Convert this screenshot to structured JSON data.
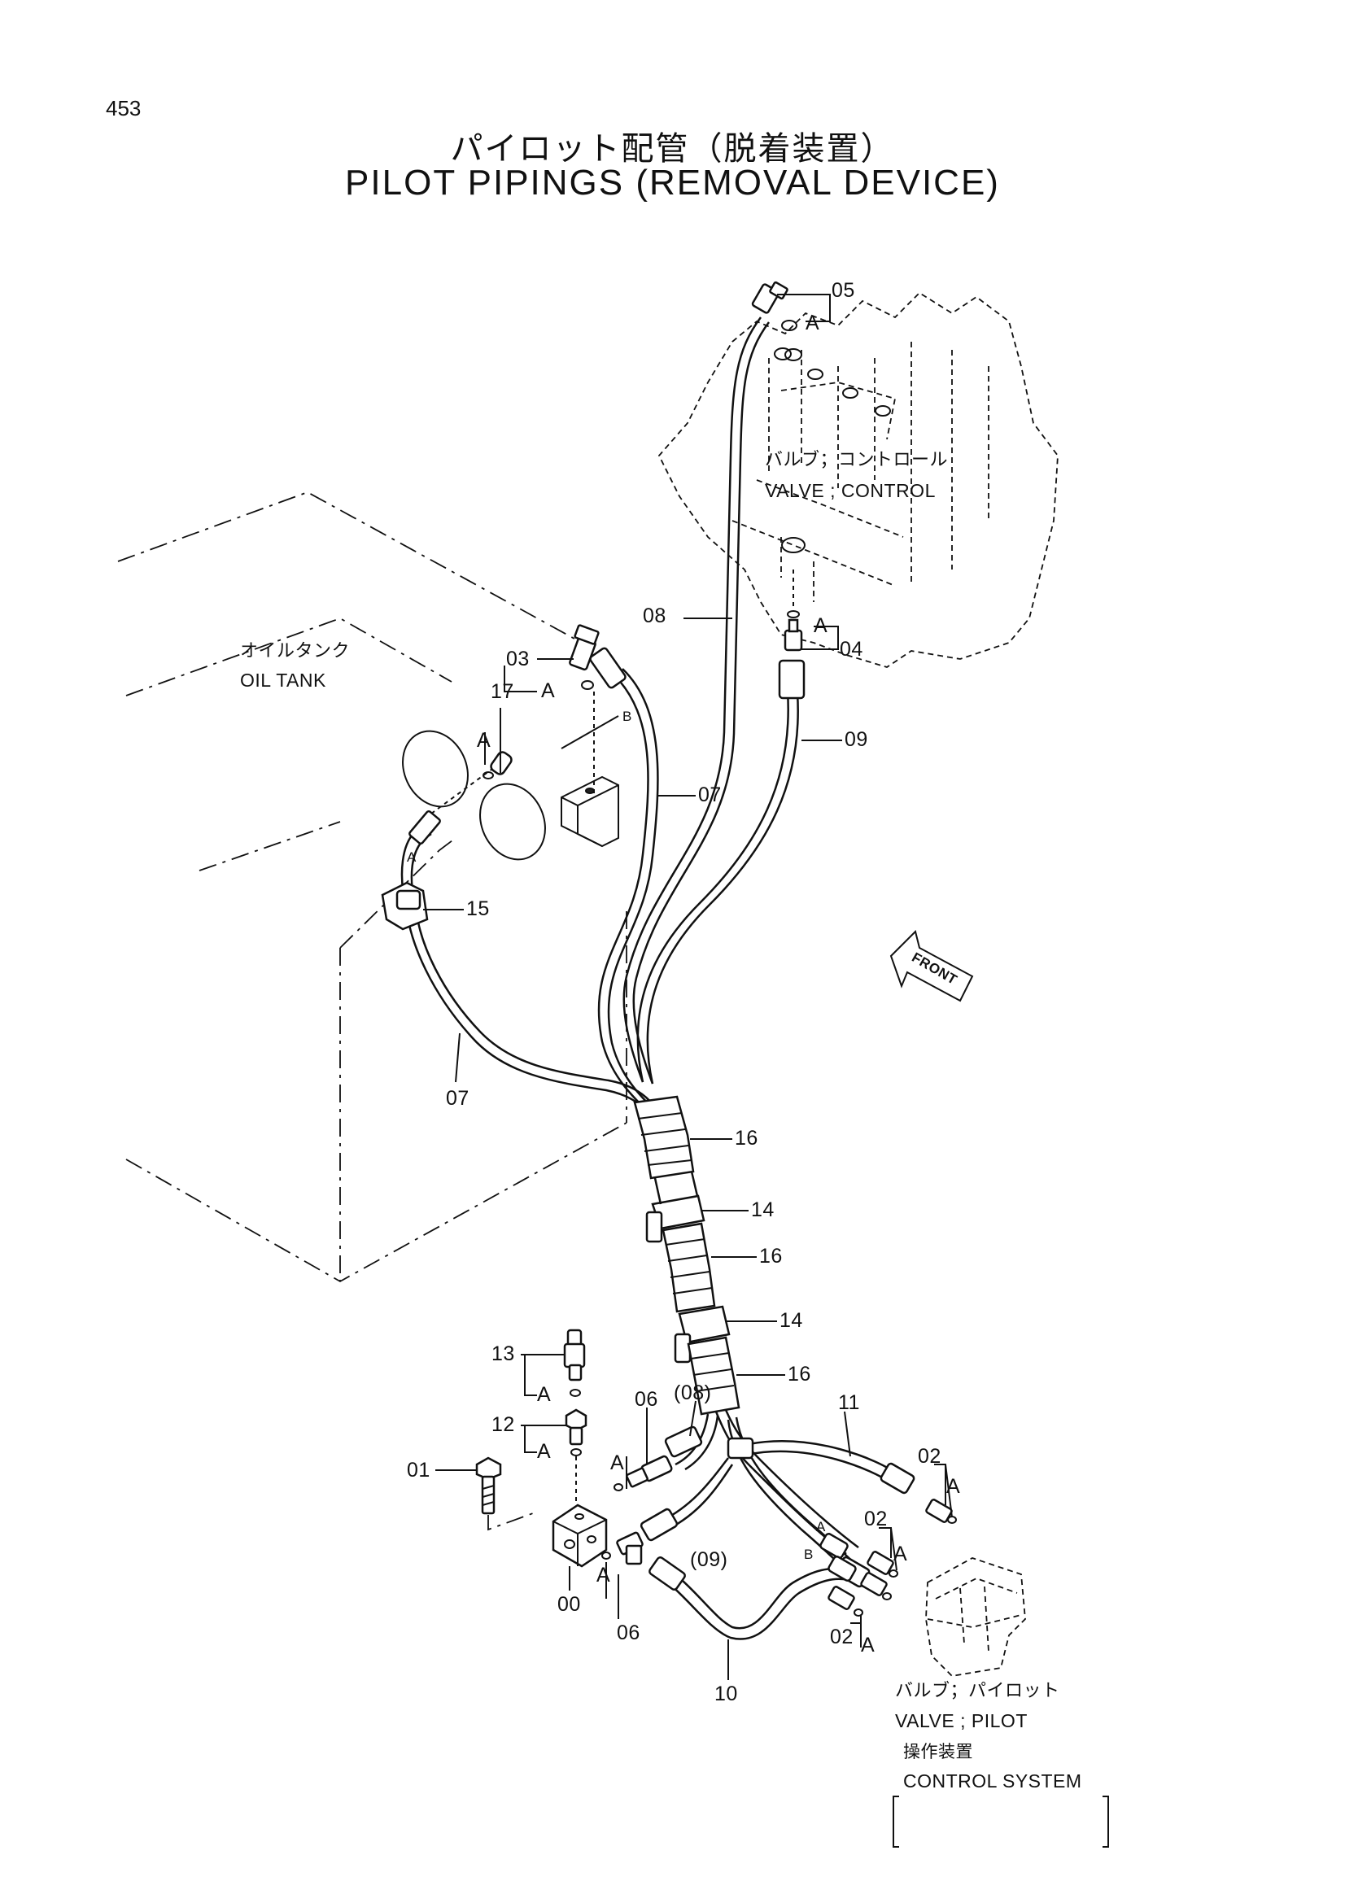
{
  "page_number": "453",
  "title_jp": "パイロット配管（脱着装置）",
  "title_en": "PILOT PIPINGS (REMOVAL DEVICE)",
  "components": {
    "control_valve_jp": "バルブ；コントロール",
    "control_valve_en": "VALVE ; CONTROL",
    "oil_tank_jp": "オイルタンク",
    "oil_tank_en": "OIL TANK",
    "pilot_valve_jp": "バルブ；パイロット",
    "pilot_valve_en": "VALVE ; PILOT",
    "control_system_jp": "操作装置",
    "control_system_en": "CONTROL SYSTEM",
    "front_arrow": "FRONT"
  },
  "callouts": {
    "c05": "05",
    "c04": "04",
    "c08": "08",
    "c03": "03",
    "c17": "17",
    "c07a": "07",
    "c07b": "07",
    "c09": "09",
    "c15": "15",
    "c16a": "16",
    "c16b": "16",
    "c16c": "16",
    "c14a": "14",
    "c14b": "14",
    "c13": "13",
    "c12": "12",
    "c01": "01",
    "c06a": "06",
    "c06b": "06",
    "c08p": "(08)",
    "c09p": "(09)",
    "c11": "11",
    "c02a": "02",
    "c02b": "02",
    "c02c": "02",
    "c00": "00",
    "c10": "10"
  },
  "markers": {
    "a": "A",
    "b": "B"
  }
}
